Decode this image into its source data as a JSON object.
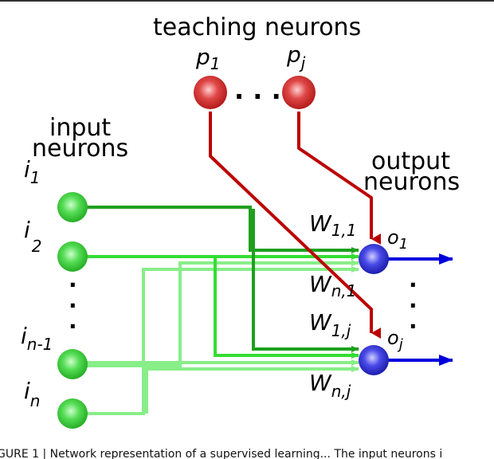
{
  "headings": {
    "teaching": "teaching neurons",
    "input_line1": "input",
    "input_line2": "neurons",
    "output_line1": "output",
    "output_line2": "neurons"
  },
  "teaching_labels": {
    "first": "p",
    "first_sub": "1",
    "last": "p",
    "last_sub": "j"
  },
  "input_labels": [
    {
      "base": "i",
      "sub": "1"
    },
    {
      "base": "i",
      "sub": "2"
    },
    {
      "base": "i",
      "sub": "n-1"
    },
    {
      "base": "i",
      "sub": "n"
    }
  ],
  "output_labels": [
    {
      "base": "o",
      "sub": "1"
    },
    {
      "base": "o",
      "sub": "j"
    }
  ],
  "weight_labels": [
    {
      "base": "W",
      "sub": "1,1"
    },
    {
      "base": "W",
      "sub": "n,1"
    },
    {
      "base": "W",
      "sub": "1,j"
    },
    {
      "base": "W",
      "sub": "n,j"
    }
  ],
  "ellipsis": {
    "horizontal": ". . .",
    "dot": "."
  },
  "caption": "GURE 1 | Network representation of a supervised learning... The input neurons i",
  "colors": {
    "input_neuron": "#33cc33",
    "teaching_neuron": "#cc2222",
    "output_neuron": "#2222cc",
    "wire_dark": "#1ea01e",
    "wire_mid": "#33dd33",
    "wire_light": "#88ee88",
    "teaching_wire": "#bb0000",
    "output_arrow": "#0000dd"
  }
}
